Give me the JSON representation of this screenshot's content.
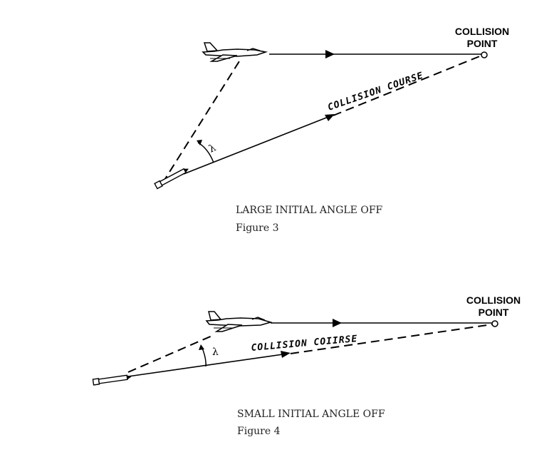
{
  "figures": [
    {
      "collision_label_line1": "COLLISION",
      "collision_label_line2": "POINT",
      "course_label": "COLLISION COURSE",
      "angle_symbol": "λ",
      "caption_title": "LARGE INITIAL ANGLE OFF",
      "caption_figure": "Figure 3"
    },
    {
      "collision_label_line1": "COLLISION",
      "collision_label_line2": "POINT",
      "course_label": "COLLISION COIIRSE",
      "angle_symbol": "λ",
      "caption_title": "SMALL INITIAL ANGLE OFF",
      "caption_figure": "Figure 4"
    }
  ],
  "colors": {
    "ink": "#000000",
    "caption": "#222222"
  }
}
